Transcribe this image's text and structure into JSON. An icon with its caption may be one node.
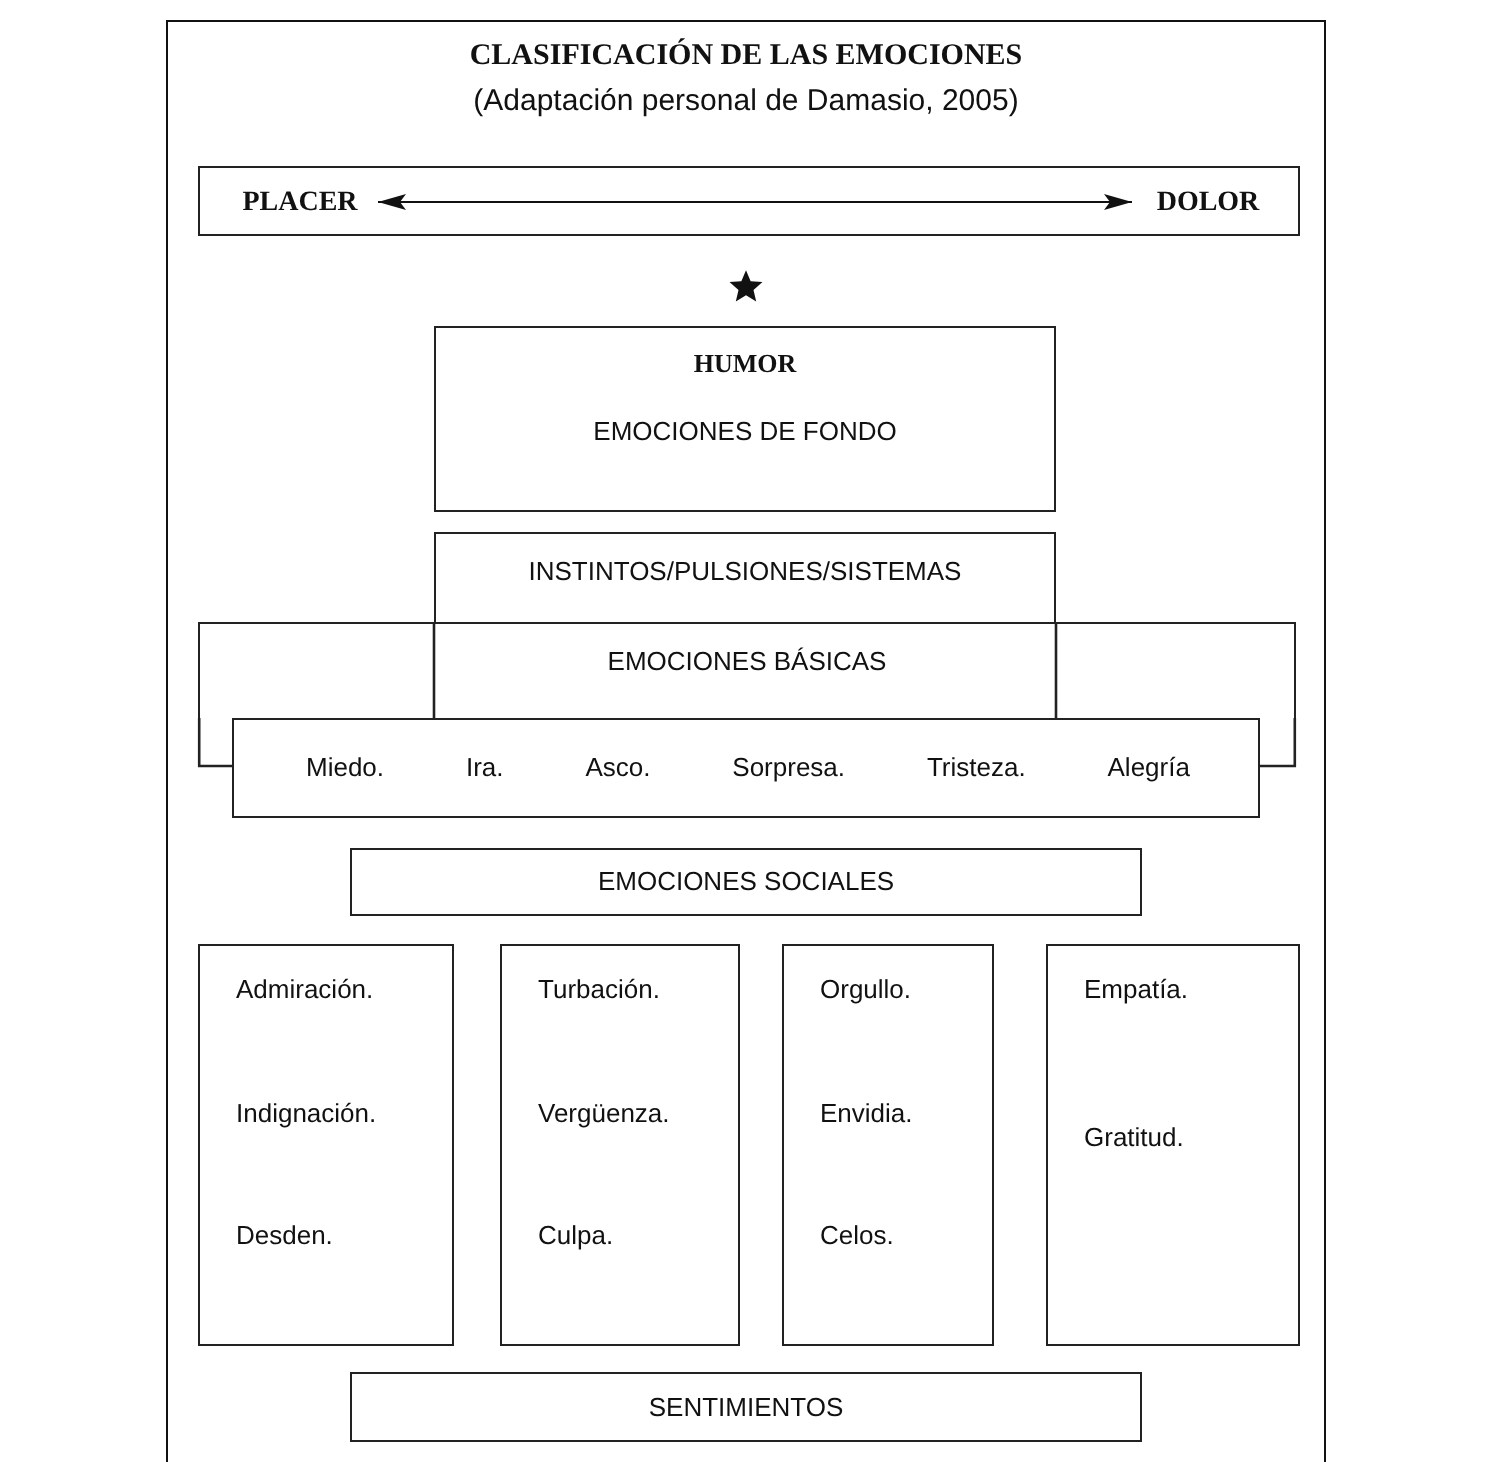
{
  "diagram": {
    "title": "CLASIFICACIÓN DE LAS EMOCIONES",
    "nodes": [
      {
        "text": [],
        "shape": "box"
      },
      {
        "text": [
          "PLACER"
        ],
        "in": 0
      },
      {
        "text": [
          "DOLOR"
        ],
        "in": 0
      },
      {
        "text": [
          "HUMOR",
          "EMOCIONES DE FONDO"
        ]
      },
      {
        "text": [
          "INSTINTOS/PULSIONES/SISTEMAS"
        ]
      },
      {
        "text": [
          "EMOCIONES BÁSICAS"
        ]
      },
      {
        "text": [
          "Miedo.",
          "Ira.",
          "Asco.",
          "Sorpresa.",
          "Tristeza.",
          "Alegría"
        ]
      },
      {
        "text": [
          "EMOCIONES SOCIALES"
        ]
      },
      {
        "text": [
          "Admiración.",
          "Indignación.",
          "Desden."
        ]
      },
      {
        "text": [
          "Turbación.",
          "Vergüenza.",
          "Culpa."
        ]
      },
      {
        "text": [
          "Orgullo.",
          "Envidia.",
          "Celos."
        ]
      },
      {
        "text": [
          "Empatía.",
          "Gratitud."
        ]
      },
      {
        "text": [
          "SENTIMIENTOS"
        ]
      }
    ],
    "edges": [
      {
        "from": 1,
        "to": 2,
        "arrow": "both"
      }
    ],
    "labels": [
      "(Adaptación personal de Damasio, 2005)"
    ]
  }
}
